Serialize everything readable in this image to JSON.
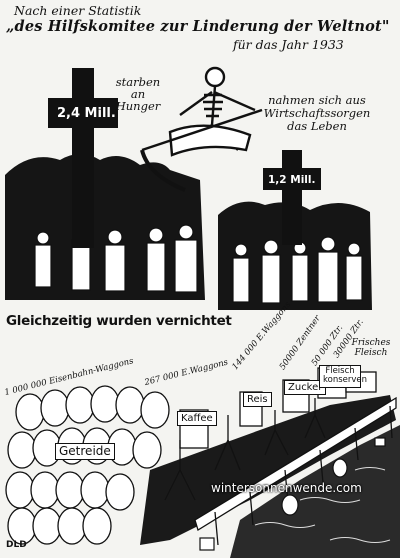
{
  "header": {
    "line1": "Nach einer Statistik",
    "line2": "„des Hilfskomitee zur Linderung der Weltnot\"",
    "year": "für das Jahr 1933"
  },
  "crosses": {
    "left_value": "2,4 Mill.",
    "left_caption": "starben an Hunger",
    "right_value": "1,2 Mill.",
    "right_caption": "nahmen sich aus Wirtschaftssorgen das Leben"
  },
  "destroyed": {
    "heading": "Gleichzeitig wurden vernichtet",
    "items": [
      {
        "amount": "1 000 000 Eisenbahn-Waggons",
        "label": "Getreide"
      },
      {
        "amount": "267 000 E.Waggons",
        "label": "Kaffee"
      },
      {
        "amount": "144 000 E.Waggons",
        "label": "Reis"
      },
      {
        "amount": "50000 Zentner",
        "label": "Zucker"
      },
      {
        "amount": "50 000 Ztr.",
        "label": "Fleisch konserven"
      },
      {
        "amount": "30000 Ztr.",
        "label": "Frisches Fleisch"
      }
    ]
  },
  "footer": {
    "signature": "DLD",
    "watermark": "wintersonnenwende.com"
  }
}
